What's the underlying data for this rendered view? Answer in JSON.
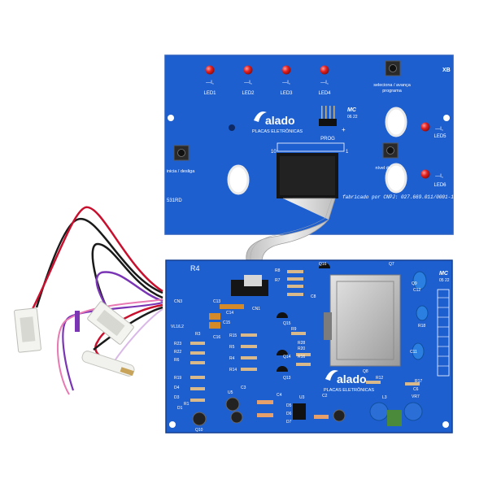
{
  "top_board": {
    "led_labels": [
      "LED1",
      "LED2",
      "LED3",
      "LED4",
      "LED5",
      "LED6"
    ],
    "button_labels": {
      "select": "seleciona / avança",
      "select_sub": "programa",
      "start": "inicia / desliga",
      "level": "nível de água"
    },
    "brand": "alado",
    "brand_sub": "PLACAS ELETRÔNICAS",
    "prog_label": "PROG",
    "connector_pin_high": "10",
    "connector_pin_low": "1",
    "code": "531RD",
    "footer": "fabricado por CNPJ: 027.669.011/0001-15",
    "stamp": "MC",
    "stamp_sub": "06 22"
  },
  "bottom_board": {
    "brand": "alado",
    "brand_sub": "PLACAS ELETRÔNICAS",
    "ref_r4": "R4",
    "stamp": "MC",
    "stamp_sub": "05 22",
    "designators": [
      "CN3",
      "VL1/L2",
      "R23",
      "R22",
      "R6",
      "R3",
      "R19",
      "D4",
      "D3",
      "D1",
      "R1",
      "C16",
      "C14",
      "C13",
      "CN1",
      "R15",
      "R5",
      "R4",
      "R14",
      "R8",
      "R7",
      "C8",
      "R9",
      "R20",
      "R16",
      "R28",
      "Q15",
      "Q14",
      "Q13",
      "Q16",
      "Q8",
      "Q9",
      "C12",
      "R12",
      "R17",
      "R18",
      "C11",
      "C6",
      "VR7",
      "L3",
      "C3",
      "C4",
      "U5",
      "U3",
      "D5",
      "D6",
      "D7",
      "Q10",
      "C2",
      "Q7",
      "C15"
    ]
  },
  "colors": {
    "pcb": "#1e5fd0",
    "pcb_dark": "#174ca8",
    "led": "#e02020",
    "relay": "#c9c9c9",
    "ribbon": "#d8d8d8"
  }
}
